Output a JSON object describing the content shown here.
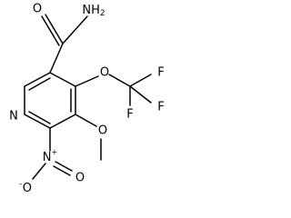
{
  "molecule": {
    "atoms": [
      {
        "id": "n1",
        "label": "NH",
        "sub": "2"
      },
      {
        "id": "o1",
        "label": "O"
      },
      {
        "id": "o2",
        "label": "O"
      },
      {
        "id": "f1",
        "label": "F"
      },
      {
        "id": "f2",
        "label": "F"
      },
      {
        "id": "f3",
        "label": "F"
      },
      {
        "id": "n2",
        "label": "N"
      },
      {
        "id": "o3",
        "label": "O"
      },
      {
        "id": "n3",
        "label": "N",
        "sup": "+"
      },
      {
        "id": "o4",
        "label": "O"
      },
      {
        "id": "o5",
        "label": "O",
        "sup": "-"
      }
    ]
  },
  "colors": {
    "bond": "#000000",
    "background": "#ffffff"
  }
}
